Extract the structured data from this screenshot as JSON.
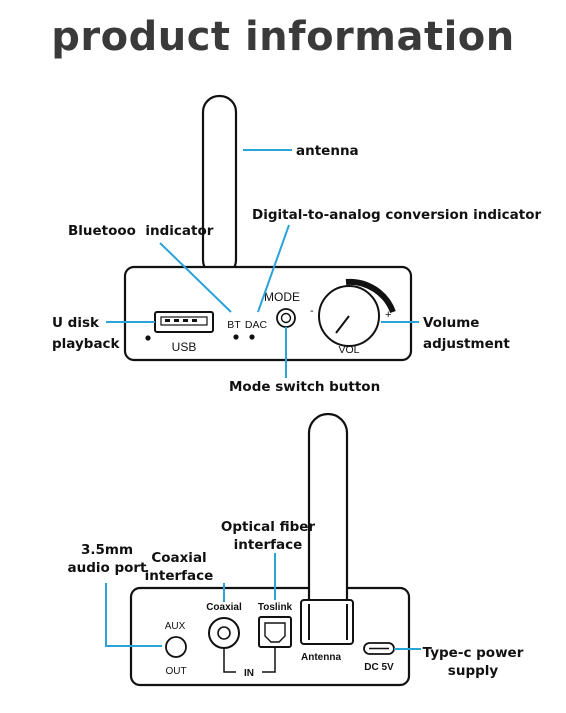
{
  "title": "product information",
  "colors": {
    "leader_line": "#2aa3d8",
    "outline": "#111111",
    "title": "#3a3a3a"
  },
  "front": {
    "callouts": {
      "antenna": "antenna",
      "bluetooth_indicator": "Bluetooo  indicator",
      "dac_indicator": "Digital-to-analog conversion indicator",
      "u_disk_line1": "U disk",
      "u_disk_line2": "playback",
      "volume_line1": "Volume",
      "volume_line2": "adjustment",
      "mode_button": "Mode switch button"
    },
    "panel_text": {
      "usb": "USB",
      "bt": "BT",
      "dac": "DAC",
      "mode": "MODE",
      "vol": "VOL",
      "minus": "-",
      "plus": "+"
    }
  },
  "back": {
    "callouts": {
      "audio_port_line1": "3.5mm",
      "audio_port_line2": "audio port",
      "coaxial_line1": "Coaxial",
      "coaxial_line2": "interface",
      "optical_line1": "Optical fiber",
      "optical_line2": "interface",
      "typec_line1": "Type-c power",
      "typec_line2": "supply"
    },
    "panel_text": {
      "aux": "AUX",
      "out": "OUT",
      "coaxial": "Coaxial",
      "toslink": "Toslink",
      "in": "IN",
      "antenna": "Antenna",
      "dc": "DC 5V"
    }
  }
}
